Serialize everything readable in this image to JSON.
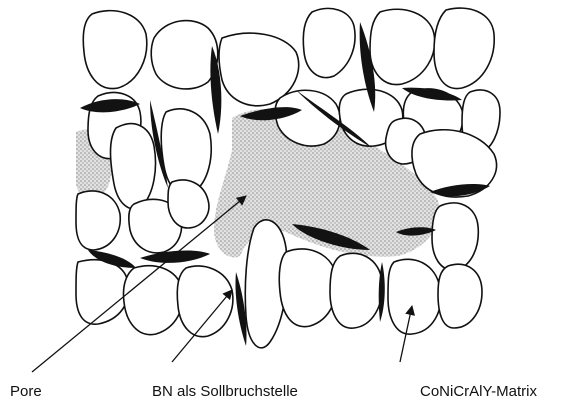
{
  "labels": {
    "pore": "Pore",
    "bn": "BN als Sollbruchstelle",
    "matrix": "CoNiCrAlY-Matrix"
  },
  "colors": {
    "outline": "#111111",
    "particle_fill": "#ffffff",
    "bn_fill": "#121212",
    "pore_fill": "#c9c9c9",
    "background": "#ffffff"
  }
}
